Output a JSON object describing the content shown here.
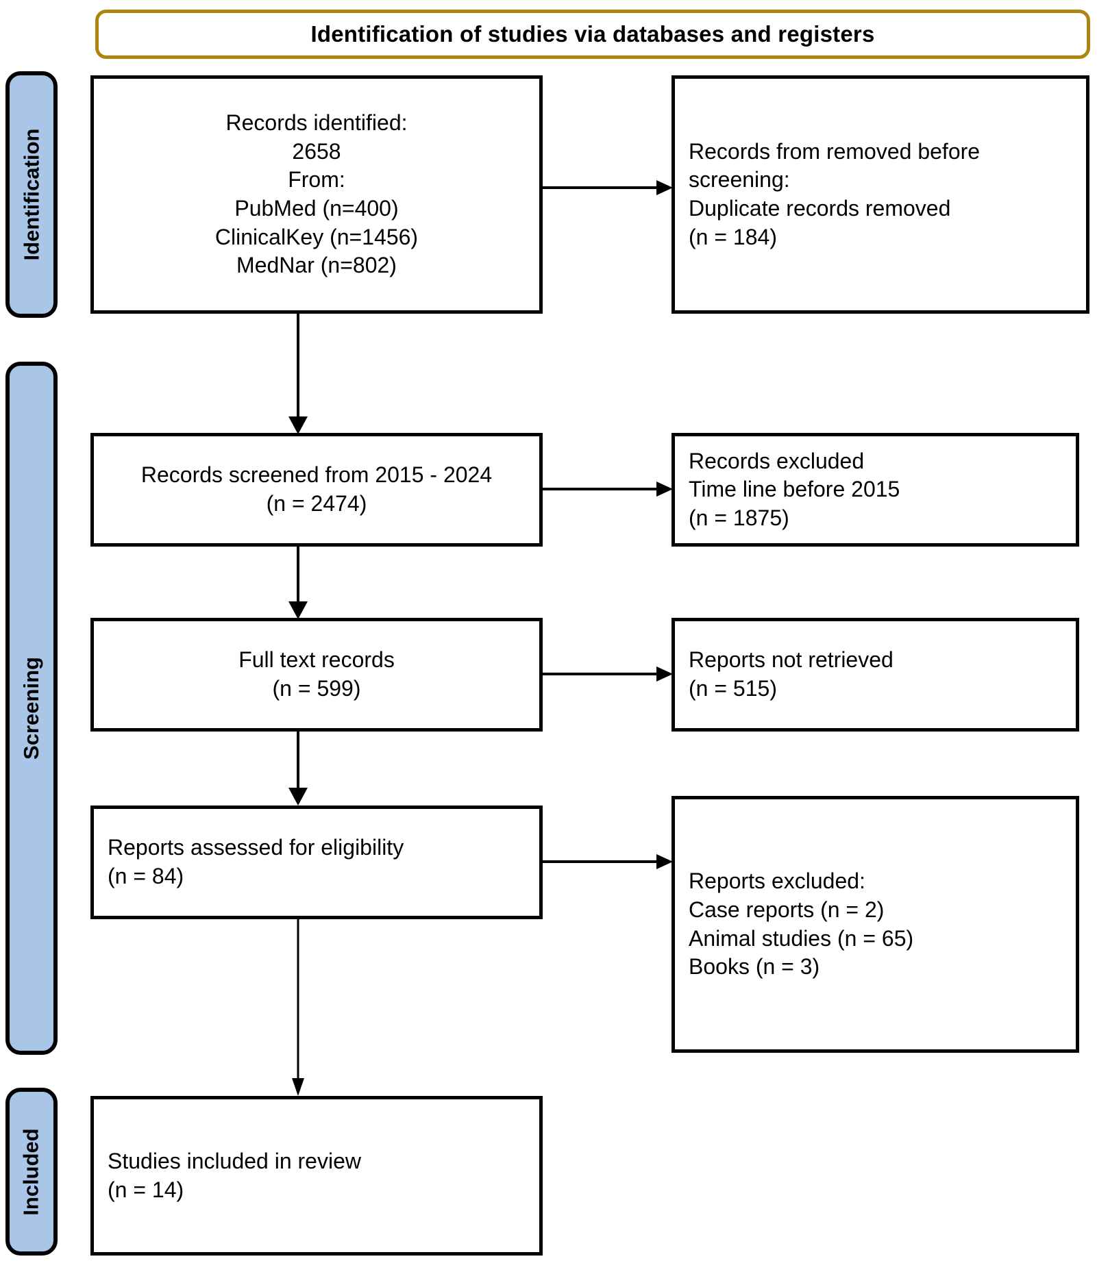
{
  "banner": {
    "title": "Identification of studies via databases and registers",
    "border_color": "#AD8410"
  },
  "rails": {
    "fill_color": "#A9C6E8",
    "items": [
      {
        "label": "Identification"
      },
      {
        "label": "Screening"
      },
      {
        "label": "Included"
      }
    ]
  },
  "boxes": {
    "records_identified": {
      "text": "Records identified:\n2658\nFrom:\nPubMed (n=400)\nClinicalKey (n=1456)\nMedNar (n=802)"
    },
    "records_removed": {
      "text": "Records from removed before screening:\nDuplicate records removed\n(n = 184)"
    },
    "records_screened": {
      "text": "Records screened from 2015 - 2024\n(n = 2474)"
    },
    "records_excluded": {
      "text": "Records excluded\nTime line before 2015\n(n = 1875)"
    },
    "full_text_records": {
      "text": "Full text records\n(n = 599)"
    },
    "reports_not_retrieved": {
      "text": "Reports not retrieved\n(n = 515)"
    },
    "reports_assessed": {
      "text": "Reports assessed for eligibility\n(n = 84)"
    },
    "reports_excluded": {
      "text": "Reports excluded:\n    Case reports (n = 2)\n    Animal studies (n = 65)\n    Books (n = 3)"
    },
    "studies_included": {
      "text": "Studies included in review\n(n = 14)"
    }
  },
  "flow_data": {
    "type": "prisma-flow",
    "identified_total": 2658,
    "sources": [
      {
        "name": "PubMed",
        "n": 400
      },
      {
        "name": "ClinicalKey",
        "n": 1456
      },
      {
        "name": "MedNar",
        "n": 802
      }
    ],
    "duplicates_removed": 184,
    "screened": 2474,
    "screening_range": "2015 - 2024",
    "excluded_timeline_before_2015": 1875,
    "full_text_records": 599,
    "reports_not_retrieved": 515,
    "reports_assessed_for_eligibility": 84,
    "reports_excluded": [
      {
        "reason": "Case reports",
        "n": 2
      },
      {
        "reason": "Animal studies",
        "n": 65
      },
      {
        "reason": "Books",
        "n": 3
      }
    ],
    "studies_included_in_review": 14
  }
}
